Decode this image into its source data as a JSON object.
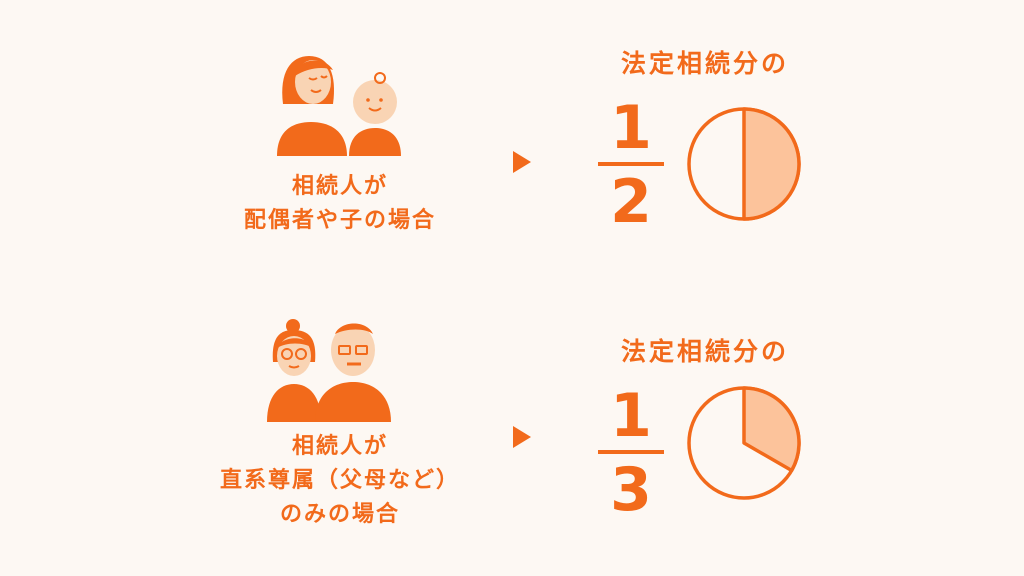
{
  "colors": {
    "accent": "#f26a1b",
    "fill_light": "#fcc39b",
    "skin": "#f9d4b4",
    "background": "#fdf8f3"
  },
  "sections": [
    {
      "heir_line1": "相続人が",
      "heir_line2": "配偶者や子の場合",
      "heir_line3": "",
      "share_title": "法定相続分の",
      "numerator": "1",
      "denominator": "2",
      "share_fraction": 0.5,
      "illustration": "mother-and-baby-icon"
    },
    {
      "heir_line1": "相続人が",
      "heir_line2": "直系尊属（父母など）",
      "heir_line3": "のみの場合",
      "share_title": "法定相続分の",
      "numerator": "1",
      "denominator": "3",
      "share_fraction": 0.3333,
      "illustration": "elderly-couple-icon"
    }
  ]
}
